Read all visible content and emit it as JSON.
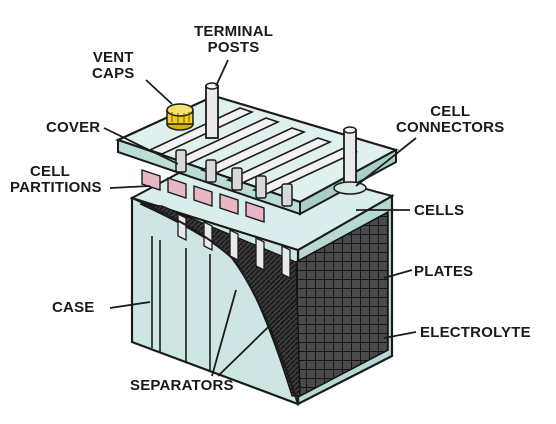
{
  "labels": {
    "vent_caps": [
      "VENT",
      "CAPS"
    ],
    "terminal_posts": [
      "TERMINAL",
      "POSTS"
    ],
    "cover": "COVER",
    "cell_connectors": [
      "CELL",
      "CONNECTORS"
    ],
    "cell_partitions": [
      "CELL",
      "PARTITIONS"
    ],
    "cells": "CELLS",
    "plates": "PLATES",
    "case": "CASE",
    "electrolyte": "ELECTROLYTE",
    "separators": "SEPARATORS"
  },
  "colors": {
    "case_fill": "#cde6e4",
    "case_dark": "#a9ceca",
    "outline": "#1b1b1b",
    "plate_grid": "#2a2a2a",
    "plate_bg": "#5b5b5b",
    "cap": "#f0d020",
    "pink": "#e9b7c3"
  }
}
